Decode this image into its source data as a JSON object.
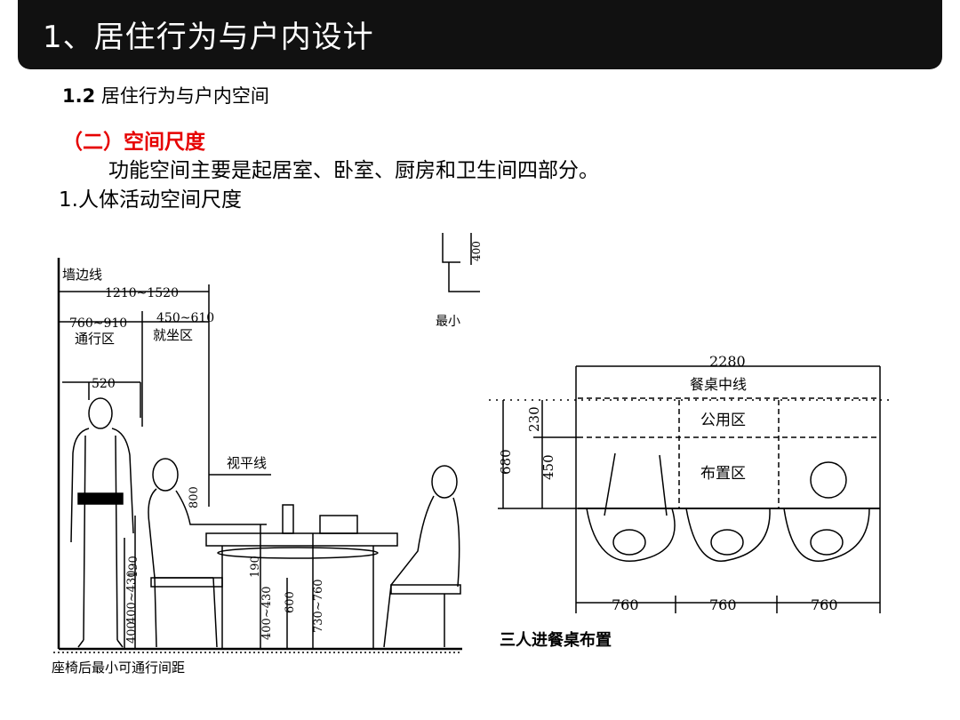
{
  "header": {
    "title": "1、居住行为与户内设计"
  },
  "subtitle": {
    "number": "1.2",
    "text": " 居住行为与户内空间"
  },
  "section": {
    "heading": "（二）空间尺度"
  },
  "paragraph": "功能空间主要是起居室、卧室、厨房和卫生间四部分。",
  "item1": "1.人体活动空间尺度",
  "figure_left": {
    "wall_line": "墙边线",
    "dim_total": "1210~1520",
    "dim_passage": "760~910",
    "passage_label": "通行区",
    "dim_seat": "450~610",
    "seat_label": "就坐区",
    "dim_person": "520",
    "eye_line": "视平线",
    "dim_800": "800",
    "dim_190_a": "190",
    "dim_400_430_a": "400~430",
    "dim_400_a": "400",
    "dim_190_b": "190",
    "dim_400_430_b": "400~430",
    "dim_600": "600",
    "dim_730_760": "730~760",
    "min_dim": "400",
    "min_label": "最小",
    "caption": "座椅后最小可通行间距"
  },
  "figure_right": {
    "dim_total": "2280",
    "centerline": "餐桌中线",
    "dim_680": "680",
    "dim_230": "230",
    "dim_450": "450",
    "shared_zone": "公用区",
    "setting_zone": "布置区",
    "dim_760_1": "760",
    "dim_760_2": "760",
    "dim_760_3": "760",
    "caption": "三人进餐桌布置"
  }
}
